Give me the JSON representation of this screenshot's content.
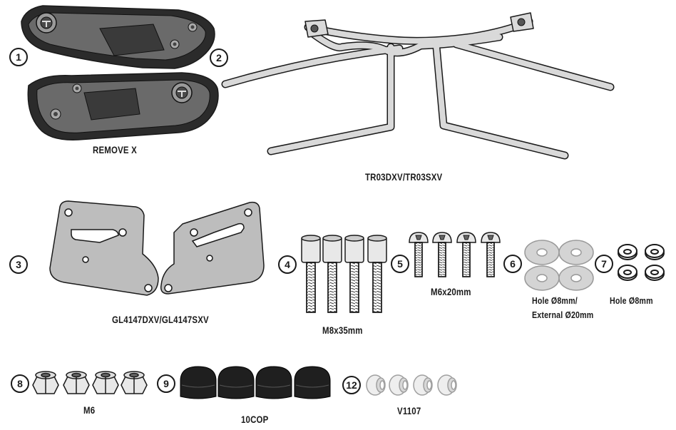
{
  "parts": [
    {
      "number": "1"
    },
    {
      "number": "2"
    },
    {
      "number": "3"
    },
    {
      "number": "4"
    },
    {
      "number": "5"
    },
    {
      "number": "6"
    },
    {
      "number": "7"
    },
    {
      "number": "8"
    },
    {
      "number": "9"
    },
    {
      "number": "12"
    }
  ],
  "labels": {
    "remove": "REMOVE X",
    "rack": "TR03DXV/TR03SXV",
    "plates": "GL4147DXV/GL4147SXV",
    "bolt_m8": "M8x35mm",
    "bolt_m6": "M6x20mm",
    "washer_line1": "Hole Ø8mm/",
    "washer_line2": "External Ø20mm",
    "lockwasher": "Hole Ø8mm",
    "nut": "M6",
    "cap": "10COP",
    "spacer": "V1107"
  },
  "colors": {
    "line": "#1a1a1a",
    "dark_part": "#2b2b2b",
    "steel": "#d9d9d9",
    "plate": "#bdbdbd",
    "washer": "#d4d4d4"
  }
}
